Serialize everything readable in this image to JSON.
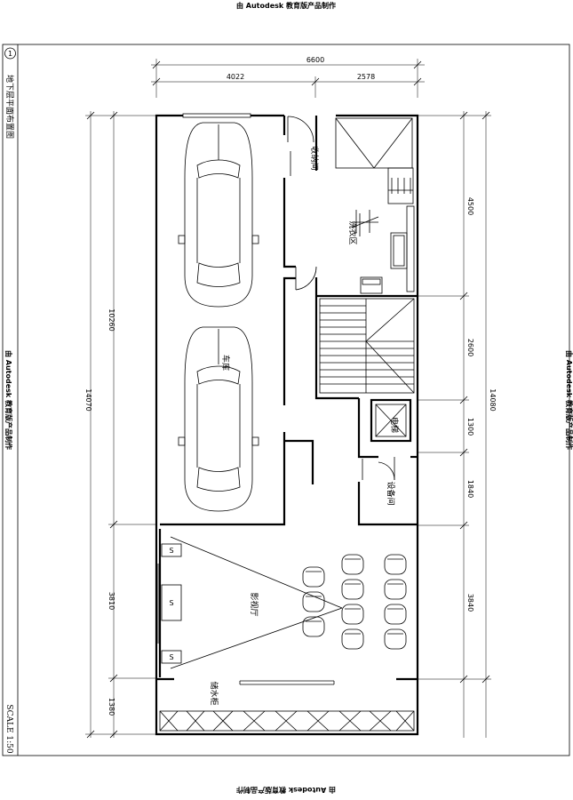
{
  "watermark": "由 Autodesk 教育版产品制作",
  "drawing": {
    "number": "1",
    "title": "地下层平面布置图",
    "scale": "SCALE 1:50"
  },
  "dimensions": {
    "top_total": "6600",
    "top_left": "4022",
    "top_right": "2578",
    "left_outer": "14070",
    "left_inner_1": "10260",
    "left_inner_2": "3810",
    "left_inner_3": "1380",
    "right_outer": "14080",
    "right_1": "4500",
    "right_2": "2600",
    "right_3": "1300",
    "right_4": "1840",
    "right_5": "3840"
  },
  "rooms": {
    "storage": "收纳间",
    "laundry": "洗衣区",
    "garage": "车库",
    "elevator": "电梯",
    "equipment": "设备间",
    "theater": "影视厅",
    "cabinet": "储水柜"
  },
  "speaker_label": "S"
}
